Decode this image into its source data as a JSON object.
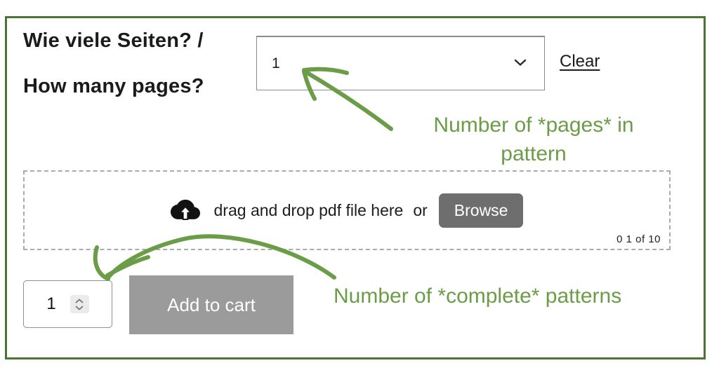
{
  "heading": {
    "line1": "Wie viele Seiten? /",
    "line2": "How many pages?"
  },
  "pages_select": {
    "selected_value": "1",
    "clear_label": "Clear"
  },
  "annotations": {
    "pages_note_line1": "Number of *pages* in",
    "pages_note_line2": "pattern",
    "patterns_note": "Number of *complete* patterns"
  },
  "dropzone": {
    "drag_text": "drag and drop pdf file here",
    "or_label": "or",
    "browse_label": "Browse",
    "counter": "0 1 of 10"
  },
  "quantity": {
    "value": "1"
  },
  "cart": {
    "add_label": "Add to cart"
  },
  "icons": {
    "upload": "cloud-upload-icon",
    "select_chevron": "chevron-down-icon",
    "stepper": "up-down-chevrons-icon"
  },
  "colors": {
    "frame_border": "#4d7434",
    "annotation_green": "#6b9c47",
    "browse_button": "#6e6e6e",
    "add_to_cart_button": "#9b9b9b"
  }
}
